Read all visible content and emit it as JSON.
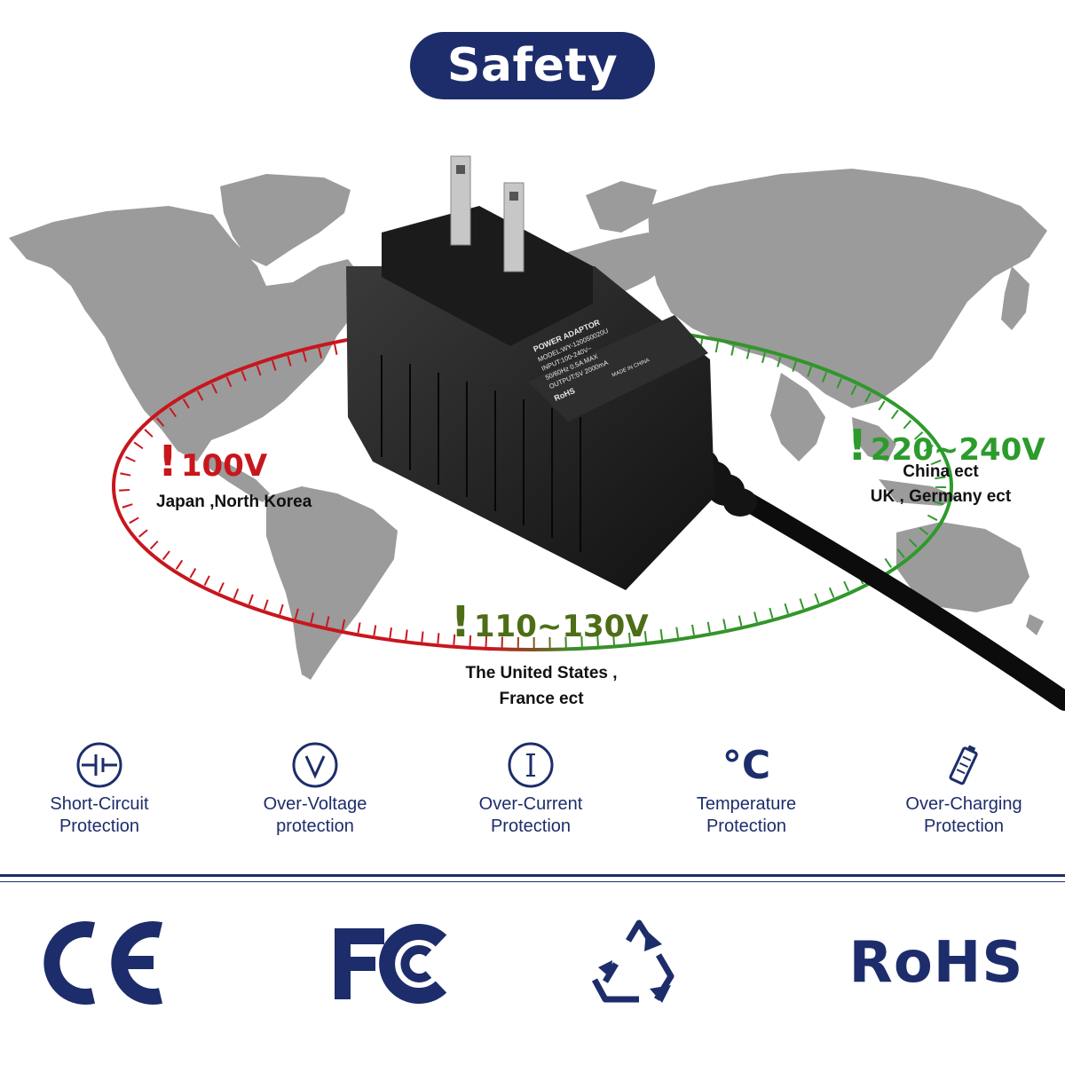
{
  "header": {
    "title": "Safety"
  },
  "voltages": [
    {
      "value": "100V",
      "regions": [
        "Japan ,North Korea"
      ],
      "color": "#c8161d"
    },
    {
      "value": "110~130V",
      "regions": [
        "The United States ,",
        "France ect"
      ],
      "color": "#4e6d17"
    },
    {
      "value": "220~240V",
      "regions": [
        "China ect",
        "UK , Germany ect"
      ],
      "color": "#2c9b2c"
    }
  ],
  "adapter_label": {
    "lines": [
      "POWER ADAPTOR",
      "MODEL:WY-120050020U",
      "INPUT:100-240V~",
      "50/60Hz 0.5A MAX",
      "OUTPUT:5V 2000mA"
    ],
    "marks": [
      "RoHS",
      "MADE IN CHINA"
    ]
  },
  "features": [
    {
      "icon": "short-circuit-icon",
      "label_lines": [
        "Short-Circuit",
        "Protection"
      ]
    },
    {
      "icon": "over-voltage-icon",
      "label_lines": [
        "Over-Voltage",
        "protection"
      ]
    },
    {
      "icon": "over-current-icon",
      "label_lines": [
        "Over-Current",
        "Protection"
      ]
    },
    {
      "icon": "temperature-icon",
      "label_lines": [
        "Temperature",
        "Protection"
      ],
      "icon_text": "°C"
    },
    {
      "icon": "battery-icon",
      "label_lines": [
        "Over-Charging",
        "Protection"
      ]
    }
  ],
  "certifications": [
    {
      "icon": "ce-mark-icon",
      "text": "CE"
    },
    {
      "icon": "fcc-mark-icon",
      "text": "FC"
    },
    {
      "icon": "recycle-icon"
    },
    {
      "icon": "rohs-mark-icon",
      "text": "RoHS"
    }
  ],
  "colors": {
    "brand": "#1d2d6b",
    "map": "#9b9b9b",
    "red": "#c8161d",
    "green": "#2c9b2c",
    "olive": "#4e6d17"
  }
}
